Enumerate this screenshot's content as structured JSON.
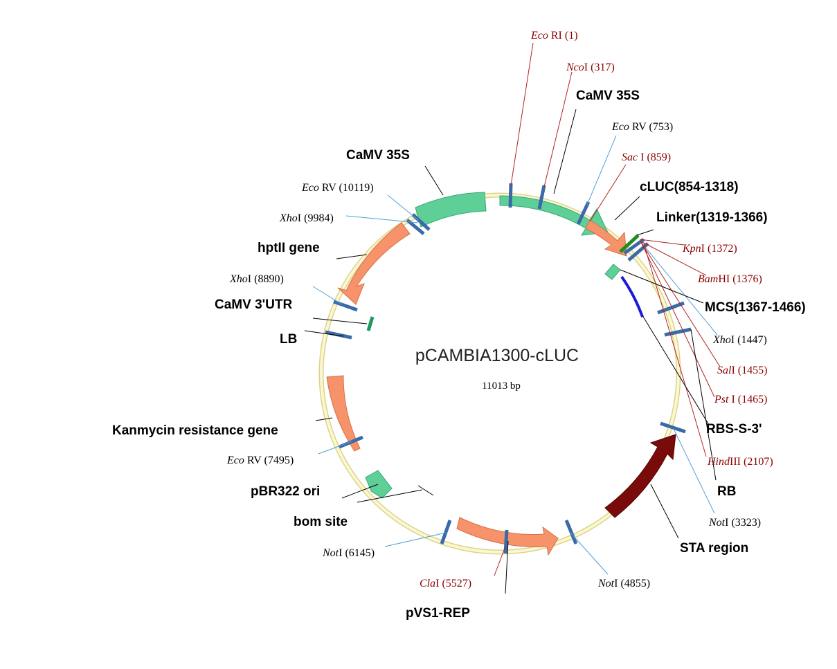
{
  "plasmid": {
    "name": "pCAMBIA1300-cLUC",
    "size": "11013 bp"
  },
  "features": {
    "camv35s_top": "CaMV 35S",
    "camv35s_left": "CaMV 35S",
    "cluc": "cLUC(854-1318)",
    "linker": "Linker(1319-1366)",
    "mcs": "MCS(1367-1466)",
    "rbs": "RBS-S-3'",
    "rb": "RB",
    "sta": "STA region",
    "pvs1": "pVS1-REP",
    "bom": "bom site",
    "pbr322": "pBR322 ori",
    "kanr": "Kanmycin resistance gene",
    "lb": "LB",
    "utr": "CaMV 3'UTR",
    "hptii": "hptII gene"
  },
  "sites": {
    "ecori": {
      "name": "Eco",
      "suffix": "RI",
      "pos": "(1)"
    },
    "ncoi": {
      "name": "Nco",
      "suffix": "I",
      "pos": "(317)"
    },
    "ecorv1": {
      "name": "Eco",
      "suffix": "RV",
      "pos": "(753)"
    },
    "saci": {
      "name": "Sac",
      "suffix": "I",
      "pos": "(859)"
    },
    "kpni": {
      "name": "Kpn",
      "suffix": "I",
      "pos": "(1372)"
    },
    "bamhi": {
      "name": "Bam",
      "suffix": "HI",
      "pos": "(1376)"
    },
    "xhoi1": {
      "name": "Xho",
      "suffix": "I",
      "pos": "(1447)"
    },
    "sali": {
      "name": "Sal",
      "suffix": "I",
      "pos": "(1455)"
    },
    "psti": {
      "name": "Pst",
      "suffix": "I",
      "pos": "(1465)"
    },
    "hindiii": {
      "name": "Hind",
      "suffix": "III",
      "pos": "(2107)"
    },
    "noti1": {
      "name": "Not",
      "suffix": "I",
      "pos": "(3323)"
    },
    "noti2": {
      "name": "Not",
      "suffix": "I",
      "pos": "(4855)"
    },
    "clai": {
      "name": "Cla",
      "suffix": "I",
      "pos": "(5527)"
    },
    "noti3": {
      "name": "Not",
      "suffix": "I",
      "pos": "(6145)"
    },
    "ecorv2": {
      "name": "Eco",
      "suffix": "RV",
      "pos": "(7495)"
    },
    "xhoi2": {
      "name": "Xho",
      "suffix": "I",
      "pos": "(8890)"
    },
    "xhoi3": {
      "name": "Xho",
      "suffix": "I",
      "pos": "(9984)"
    },
    "ecorv3": {
      "name": "Eco",
      "suffix": "RV",
      "pos": "(10119)"
    }
  },
  "colors": {
    "backbone": "#f4eeb0",
    "green_feature": "#5fcf98",
    "orange_feature": "#f6936a",
    "sta_region": "#7a0b0b",
    "cut_mark": "#3a6aa8",
    "site_red": "#8b0000",
    "leader_blue": "#4f9fd8",
    "linker_green": "#228b22",
    "rbs_blue": "#1a1ad8"
  }
}
